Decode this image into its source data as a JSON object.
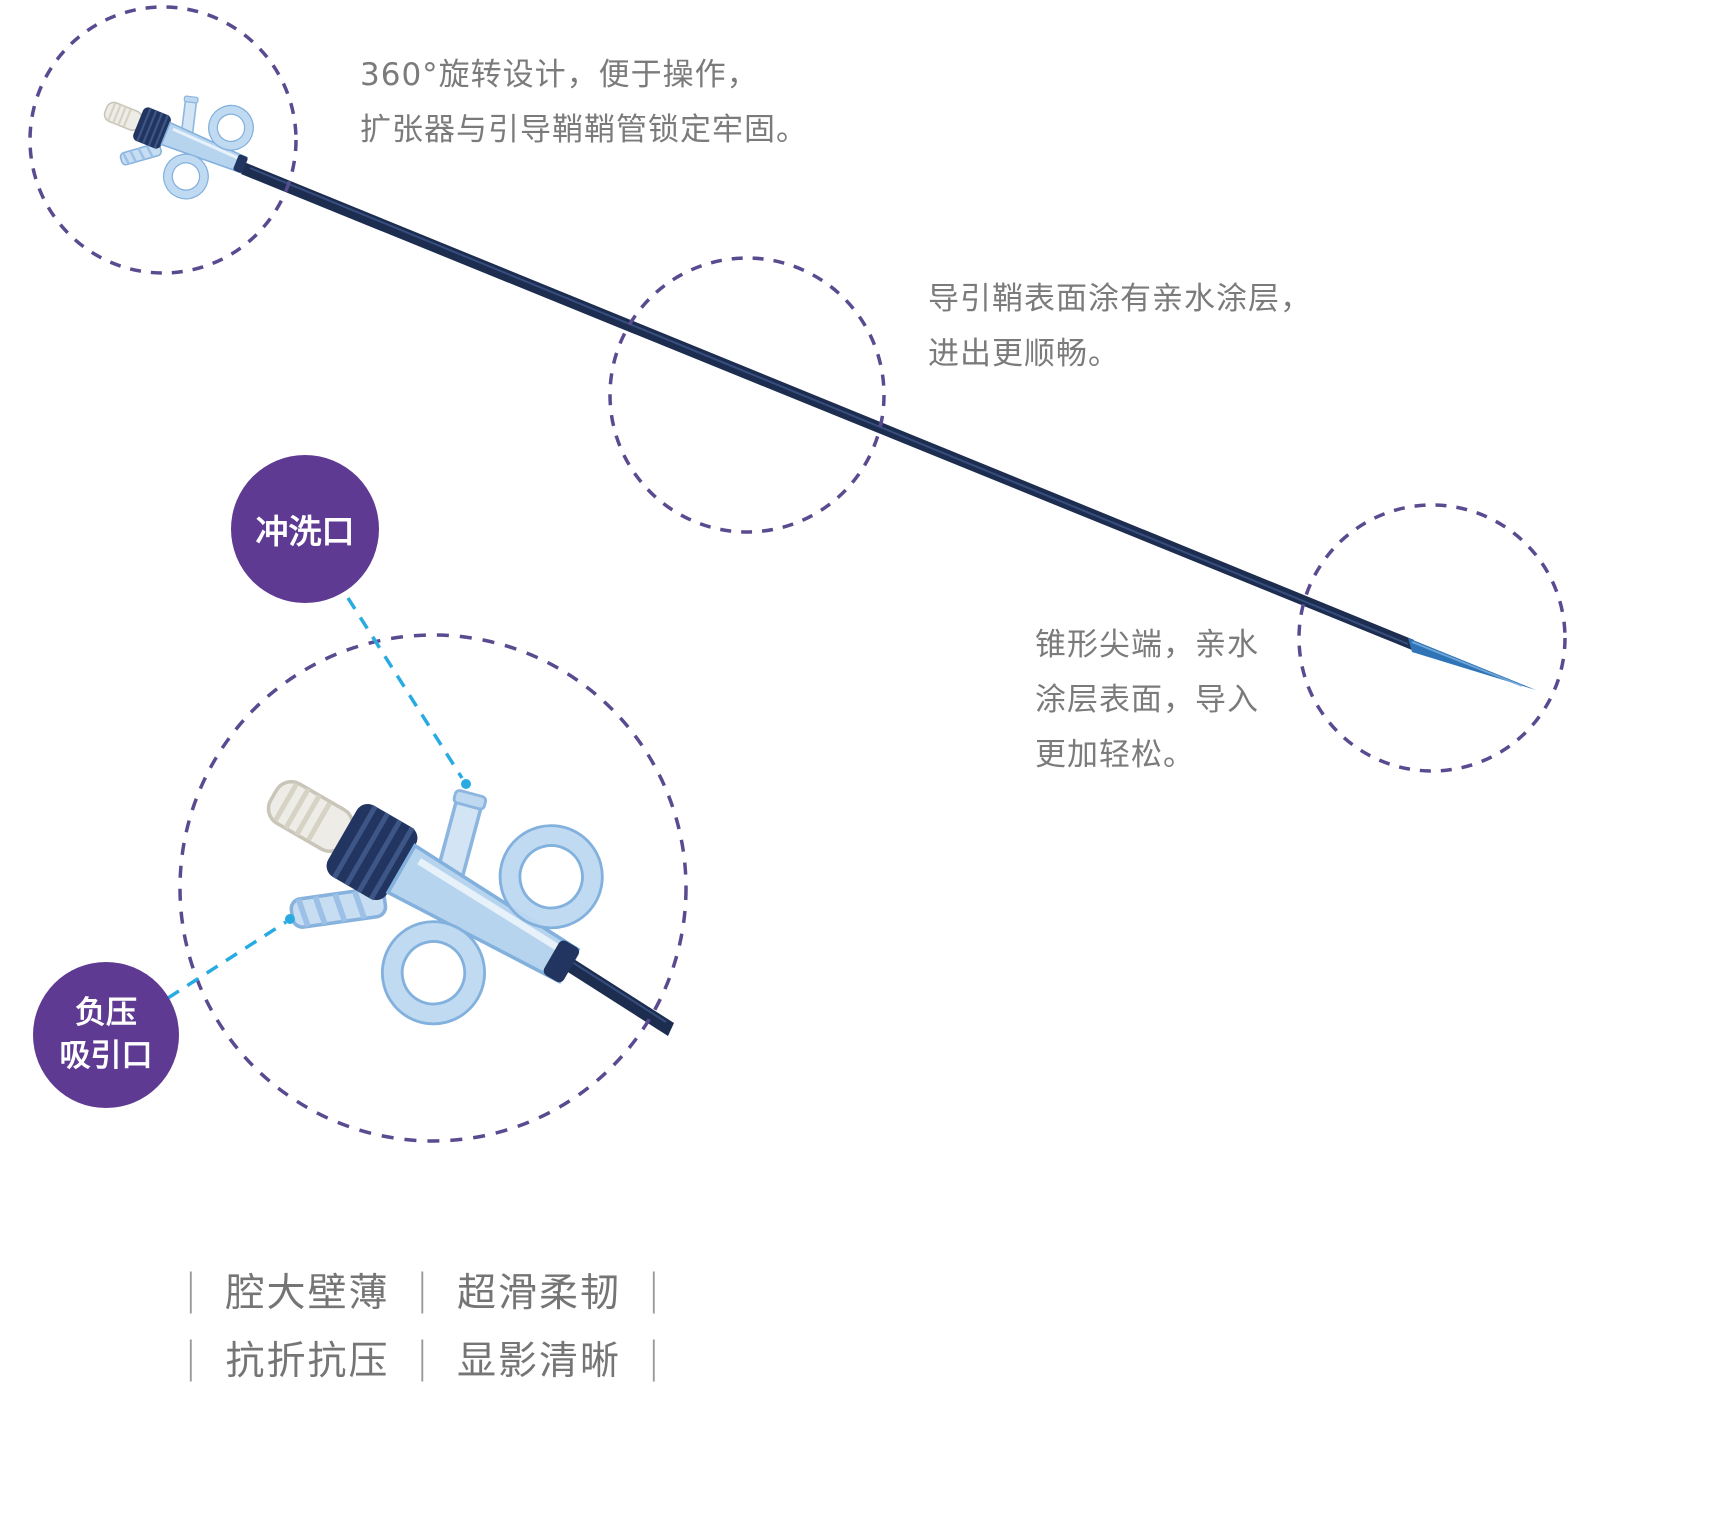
{
  "annotations": {
    "rotation_design": {
      "line1": "360°旋转设计，便于操作，",
      "line2": "扩张器与引导鞘鞘管锁定牢固。"
    },
    "hydrophilic_coating": {
      "line1": "导引鞘表面涂有亲水涂层，",
      "line2": "进出更顺畅。"
    },
    "tapered_tip": {
      "line1": "锥形尖端，亲水",
      "line2": "涂层表面，导入",
      "line3": "更加轻松。"
    }
  },
  "port_labels": {
    "flush_port": "冲洗口",
    "suction_line1": "负压",
    "suction_line2": "吸引口"
  },
  "features": {
    "divider": "|",
    "row1": [
      "腔大壁薄",
      "超滑柔韧"
    ],
    "row2": [
      "抗折抗压",
      "显影清晰"
    ]
  },
  "colors": {
    "badge_purple": "#5e3a93",
    "dashed_circle_purple": "#5a4a8f",
    "connector_cyan": "#29abe2",
    "annotation_gray": "#7b7b7b",
    "shaft_navy": "#1c2d4f",
    "tip_blue": "#2e74b6",
    "device_light_blue": "#b7d4ef"
  }
}
